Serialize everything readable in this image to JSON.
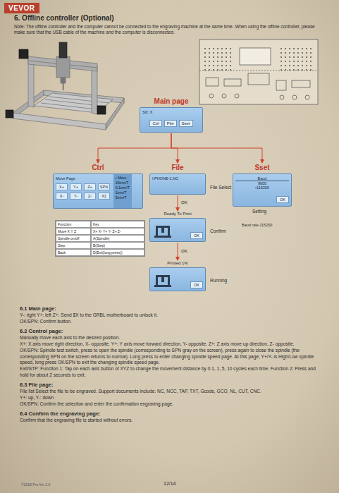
{
  "diagram": {
    "title": "6. Offline controller (Optional)",
    "nodes": [
      {
        "text": [
          "Main page",
          "SD: X"
        ]
      },
      {
        "text": [
          "Ctrl"
        ],
        "in": 0
      },
      {
        "text": [
          "File"
        ],
        "in": 0
      },
      {
        "text": [
          "Sset"
        ],
        "in": 0
      },
      {
        "text": [
          "Ctrl",
          "Move Page"
        ]
      },
      {
        "text": [
          "File",
          "I:PHONE-1.NC"
        ]
      },
      {
        "text": [
          "Ready To Print"
        ]
      },
      {
        "text": [
          "Printed 1%"
        ]
      },
      {
        "text": [
          "Sset",
          "Baud",
          "9600",
          "•115200"
        ]
      }
    ],
    "edges": [
      {
        "from": 0,
        "to": 4,
        "arrow": "to"
      },
      {
        "from": 0,
        "to": 5,
        "arrow": "to"
      },
      {
        "from": 0,
        "to": 8,
        "arrow": "to"
      },
      {
        "from": 5,
        "to": 6,
        "arrow": "to",
        "label": "OK"
      },
      {
        "from": 6,
        "to": 7,
        "arrow": "to",
        "label": "OK"
      }
    ],
    "labels": [
      "VEVOR",
      "Note: The offline controller and the computer cannot be connected to the engraving machine at the same time. When using the offline controller, please make sure that the USB cable of the machine and the computer is disconnected.",
      "X+",
      "Y+",
      "Z+",
      "SPN",
      "X-",
      "Y-",
      "Z-",
      "X1",
      "• Move",
      "10mm/T",
      "0.1mm/T",
      "1mm/T",
      "5mm/T",
      "Function",
      "Key",
      "Move X Y Z",
      "X+ X- Y+ Y- Z+ Z-",
      "Spindle on/off",
      "A(Spindle)",
      "Step",
      "B(Step)",
      "Back",
      "D(Exit(long press))",
      "File Select",
      "OK",
      "Confirm",
      "OK",
      "Running",
      "OK",
      "Setting",
      "Baud rate:115200",
      "6.1 Main page:",
      "Y-: right Y+: left Z+: Send $X to the GRBL motherboard to unlock it.",
      "OK/SPN: Confirm button.",
      "6.2 Control page:",
      "Manually move each axis to the desired position.",
      "X+: X axis move right direction, X- opposite. Y+: Y axis move forward direction, Y- opposite. Z+: Z axis move up direction, Z- opposite.",
      "OK/SPN: Spindle test switch, press to open the spindle (corresponding to SPN gray on the screen), press again to close the spindle (the corresponding SPN on the screen returns to normal). Long press to enter changing spindle speed page. At this page, Y+/Y- is High/Low spindle speed, long press OK/SPN to exit the changing spindle speed page.",
      "Exit/STP: Function 1: Tap on each axis button of XYZ to change the movement distance by 0.1, 1, 5, 10 cycles each time. Function 2: Press and hold for about 2 seconds to exit.",
      "6.3 File page:",
      "File list Select the file to be engraved. Support documents include: NC, NCC, TAP, TXT, Gcode, GCO, NL, CUT, CNC.",
      "Y+: up, Y-: down",
      "OK/SPN: Confirm the selection and enter the confirmation engraving page.",
      "6.4 Confirm the engraving page:",
      "Confirm that the engraving file is started without errors.",
      "©2018 Pro Ver 2.0",
      "12/14"
    ]
  }
}
